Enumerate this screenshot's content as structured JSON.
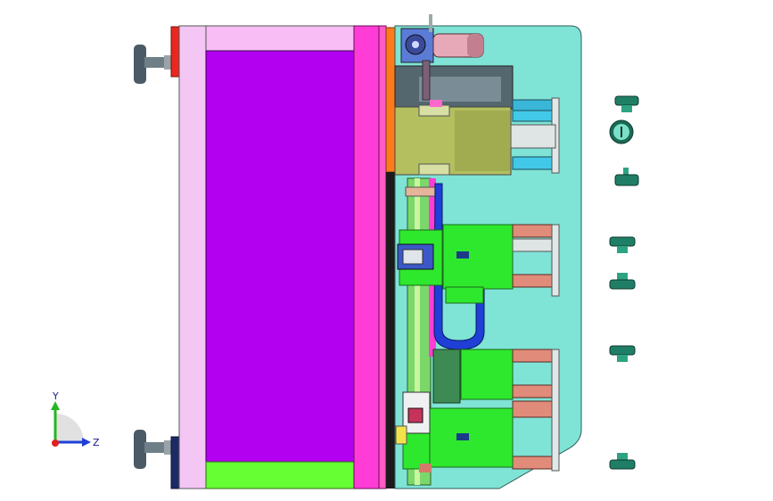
{
  "viewport": {
    "background": "#ffffff",
    "description_colors": {
      "frame_pink": "#ff3dd6",
      "frame_light": "#f4c6f4",
      "main_purple": "#b400f0",
      "plate_cyan": "#7fe3d6",
      "green_block": "#2ee82e",
      "olive_block": "#b4bf60",
      "blue_channel": "#1f3fd6",
      "orange_strip": "#ff7a1a",
      "red_block": "#e8281e",
      "lime_strip": "#66ff33"
    }
  },
  "triad": {
    "x_label": "Z",
    "y_label": "Y",
    "x_color": "#1f3fd6",
    "y_color": "#22b722",
    "origin_color": "#e02020"
  },
  "parts": {
    "fasteners": [
      "fastener-1",
      "fastener-2",
      "fastener-3",
      "fastener-4",
      "fastener-5",
      "fastener-6",
      "fastener-7"
    ]
  }
}
